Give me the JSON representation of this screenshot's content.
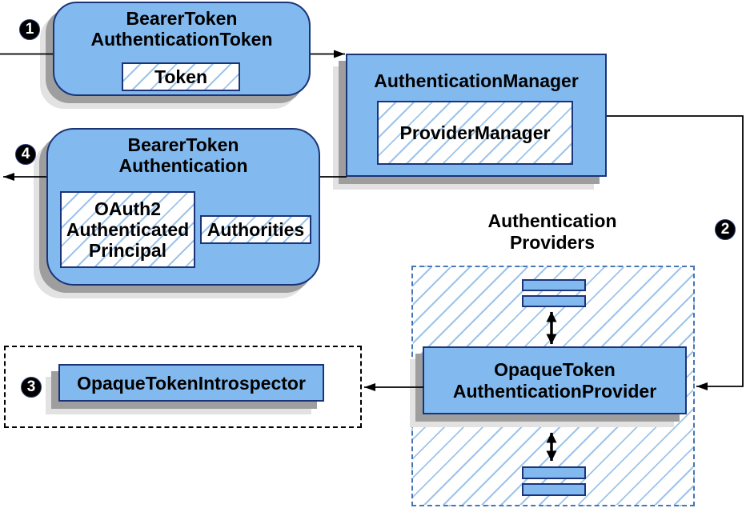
{
  "colors": {
    "box_fill": "#82BAF0",
    "box_border": "#1B3478",
    "hatch_line": "#9DC4EC",
    "dashed_blue": "#4674B4",
    "shadow_dark": "#9E9E9E",
    "shadow_light": "#E2E2E2",
    "line_color": "#000000",
    "text_color": "#000000",
    "badge_bg": "#000000",
    "badge_fg": "#FFFFFF"
  },
  "steps": {
    "step1": "1",
    "step2": "2",
    "step3": "3",
    "step4": "4"
  },
  "boxes": {
    "bearer_token_authentication_token": {
      "title_line1": "BearerToken",
      "title_line2": "AuthenticationToken",
      "token_label": "Token"
    },
    "authentication_manager": {
      "title": "AuthenticationManager",
      "provider_manager_label": "ProviderManager"
    },
    "bearer_token_authentication": {
      "title_line1": "BearerToken",
      "title_line2": "Authentication",
      "principal_line1": "OAuth2",
      "principal_line2": "Authenticated",
      "principal_line3": "Principal",
      "authorities_label": "Authorities"
    },
    "authentication_providers": {
      "label_line1": "Authentication",
      "label_line2": "Providers",
      "provider_box_line1": "OpaqueToken",
      "provider_box_line2": "AuthenticationProvider"
    },
    "introspector": {
      "label": "OpaqueTokenIntrospector"
    }
  }
}
